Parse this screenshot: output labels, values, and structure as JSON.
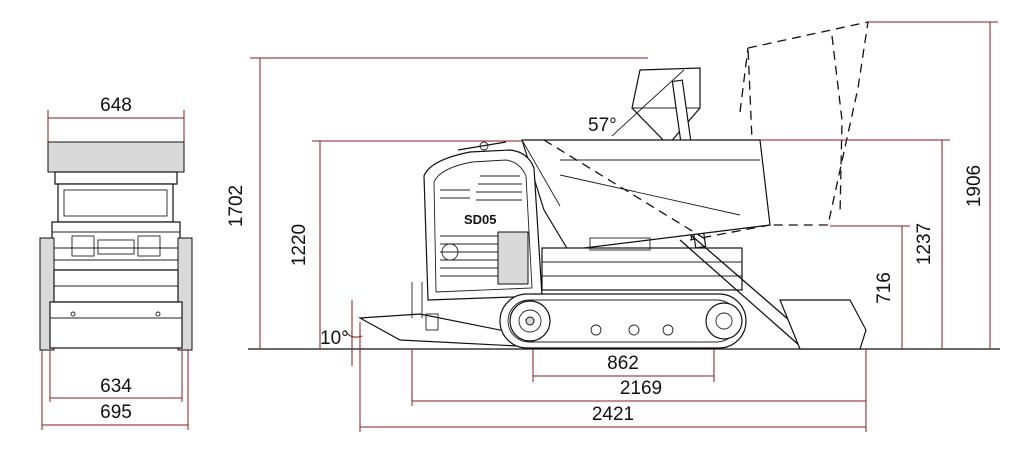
{
  "colors": {
    "lines": "#111111",
    "dimension_lines": "#8a1a1a",
    "background": "#ffffff",
    "body_shade": "#d9d9d9"
  },
  "model_label": "SD05",
  "dimensions": {
    "front_top_width": "648",
    "front_track_width": "634",
    "front_overall_width": "695",
    "height_1702": "1702",
    "height_1220": "1220",
    "approach_angle": "10°",
    "dump_angle": "57°",
    "track_contact": "862",
    "track_length": "2169",
    "overall_length": "2421",
    "height_716": "716",
    "height_1237": "1237",
    "height_1906": "1906"
  }
}
